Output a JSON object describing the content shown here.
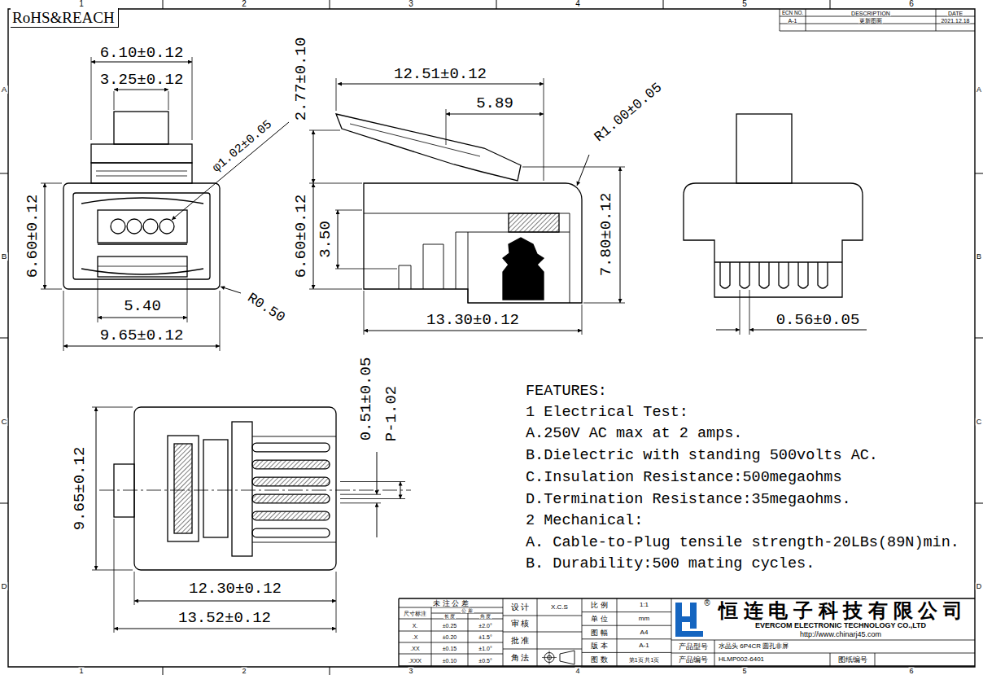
{
  "diagram": {
    "labels": [
      "RoHS&REACH",
      "ECN NO.",
      "DESCRIPTION",
      "DATE",
      "A-1",
      "更新图面",
      "2021.12.18",
      "6.10±0.12",
      "3.25±0.12",
      "φ1.02±0.05",
      "6.60±0.12",
      "5.40",
      "R0.50",
      "9.65±0.12",
      "2.77±0.10",
      "12.51±0.12",
      "5.89",
      "R1.00±0.05",
      "6.60±0.12",
      "3.50",
      "7.80±0.12",
      "13.30±0.12",
      "0.56±0.05",
      "0.51±0.05",
      "P-1.02",
      "9.65±0.12",
      "12.30±0.12",
      "13.52±0.12",
      "FEATURES:",
      "1 Electrical Test:",
      "A.250V AC max at 2 amps.",
      "B.Dielectric with standing 500volts AC.",
      "C.Insulation Resistance:500megaohms",
      "D.Termination Resistance:35megaohms.",
      "2 Mechanical:",
      "A. Cable-to-Plug tensile strength-20LBs(89N)min.",
      "B. Durability:500 mating cycles.",
      "未 注 公 差",
      "尺寸标注",
      "公 差",
      "长 度",
      "角 度",
      "X.",
      "±0.25",
      "±2.0°",
      ".X",
      "±0.20",
      "±1.5°",
      ".XX",
      "±0.15",
      "±1.0°",
      ".XXX",
      "±0.10",
      "±0.5°",
      "设 计",
      "X.C.S",
      "审 核",
      "批 准",
      "角 法",
      "比 例",
      "1:1",
      "单 位",
      "mm",
      "图 幅",
      "A4",
      "版 本",
      "A-1",
      "图 数",
      "第1页 共1页",
      "®",
      "恒 连 电 子 科 技 有 限 公 司",
      "EVERCOM ELECTRONIC TECHNOLOGY CO.,LTD",
      "http://www.chinarj45.com",
      "产品型号",
      "水晶头 6P4CR 圆孔非屏",
      "产品编号",
      "HLMP002-6401",
      "图纸编号",
      "1",
      "2",
      "3",
      "4",
      "5",
      "6",
      "1",
      "2",
      "3",
      "4",
      "5",
      "6",
      "A",
      "B",
      "C",
      "D",
      "A",
      "B",
      "C",
      "D"
    ]
  }
}
